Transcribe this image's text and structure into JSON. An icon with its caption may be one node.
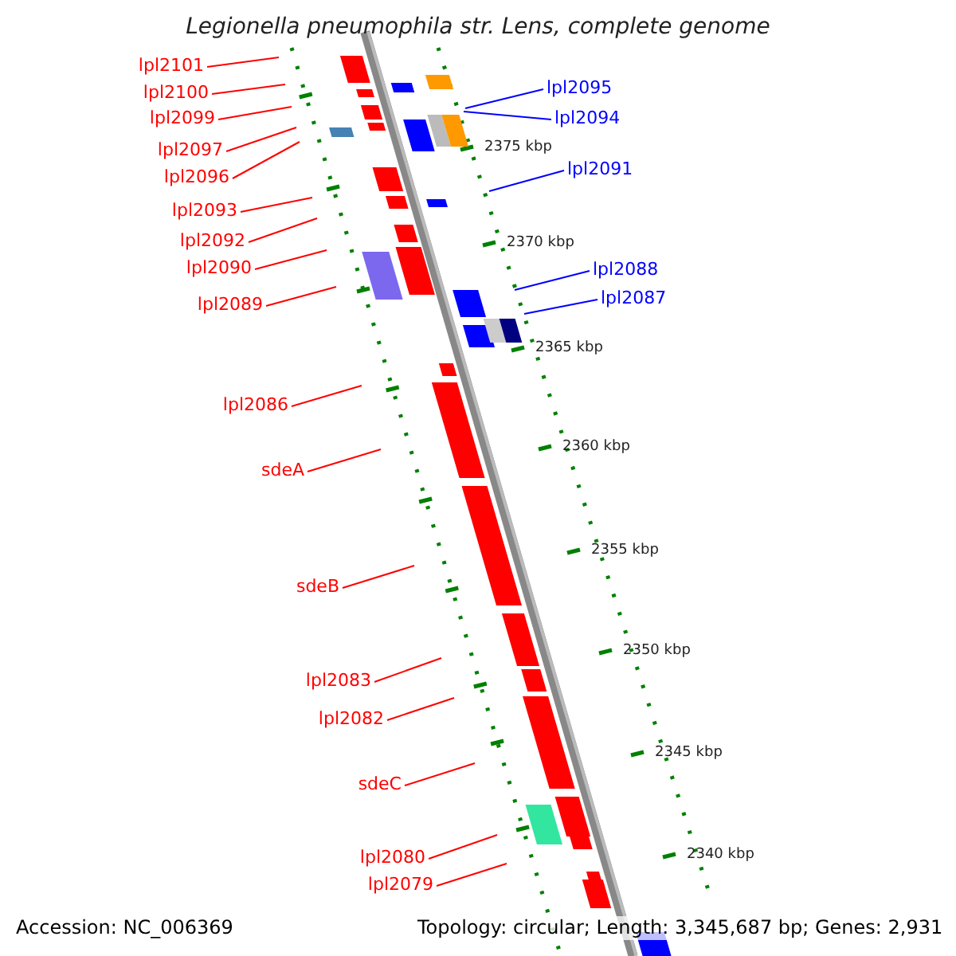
{
  "diagram": {
    "title": "Legionella pneumophila str. Lens, complete genome",
    "nodes": [
      {
        "text": [
          "lpl2101"
        ]
      },
      {
        "text": [
          "lpl2100"
        ]
      },
      {
        "text": [
          "lpl2099"
        ]
      },
      {
        "text": [
          "lpl2097"
        ]
      },
      {
        "text": [
          "lpl2096"
        ]
      },
      {
        "text": [
          "lpl2093"
        ]
      },
      {
        "text": [
          "lpl2092"
        ]
      },
      {
        "text": [
          "lpl2090"
        ]
      },
      {
        "text": [
          "lpl2089"
        ]
      },
      {
        "text": [
          "lpl2086"
        ]
      },
      {
        "text": [
          "sdeA"
        ]
      },
      {
        "text": [
          "sdeB"
        ]
      },
      {
        "text": [
          "lpl2083"
        ]
      },
      {
        "text": [
          "lpl2082"
        ]
      },
      {
        "text": [
          "sdeC"
        ]
      },
      {
        "text": [
          "lpl2080"
        ]
      },
      {
        "text": [
          "lpl2079"
        ]
      },
      {
        "text": [
          "lpl2095"
        ]
      },
      {
        "text": [
          "lpl2094"
        ]
      },
      {
        "text": [
          "lpl2091"
        ]
      },
      {
        "text": [
          "lpl2088"
        ]
      },
      {
        "text": [
          "lpl2087"
        ]
      }
    ],
    "edges": [
      {
        "from": 0,
        "to": null,
        "arrow": "none"
      },
      {
        "from": 1,
        "to": null,
        "arrow": "none"
      },
      {
        "from": 2,
        "to": null,
        "arrow": "none"
      },
      {
        "from": 3,
        "to": null,
        "arrow": "none"
      },
      {
        "from": 4,
        "to": null,
        "arrow": "none"
      },
      {
        "from": 5,
        "to": null,
        "arrow": "none"
      },
      {
        "from": 6,
        "to": null,
        "arrow": "none"
      },
      {
        "from": 7,
        "to": null,
        "arrow": "none"
      },
      {
        "from": 8,
        "to": null,
        "arrow": "none"
      },
      {
        "from": 9,
        "to": null,
        "arrow": "none"
      },
      {
        "from": 10,
        "to": null,
        "arrow": "none"
      },
      {
        "from": 11,
        "to": null,
        "arrow": "none"
      },
      {
        "from": 12,
        "to": null,
        "arrow": "none"
      },
      {
        "from": 13,
        "to": null,
        "arrow": "none"
      },
      {
        "from": 14,
        "to": null,
        "arrow": "none"
      },
      {
        "from": 15,
        "to": null,
        "arrow": "none"
      },
      {
        "from": 16,
        "to": null,
        "arrow": "none"
      },
      {
        "from": 17,
        "to": null,
        "arrow": "none",
        "color": "#0000ff"
      },
      {
        "from": 18,
        "to": null,
        "arrow": "none",
        "color": "#0000ff"
      },
      {
        "from": 19,
        "to": null,
        "arrow": "none",
        "color": "#0000ff"
      },
      {
        "from": 20,
        "to": null,
        "arrow": "none",
        "color": "#0000ff"
      },
      {
        "from": 21,
        "to": null,
        "arrow": "none",
        "color": "#0000ff"
      }
    ],
    "labels": [
      "2375 kbp",
      "2370 kbp",
      "2365 kbp",
      "2360 kbp",
      "2355 kbp",
      "2350 kbp",
      "2345 kbp",
      "2340 kbp",
      "Accession: NC_006369",
      "Topology: circular; Length: 3,345,687 bp; Genes: 2,931"
    ]
  }
}
